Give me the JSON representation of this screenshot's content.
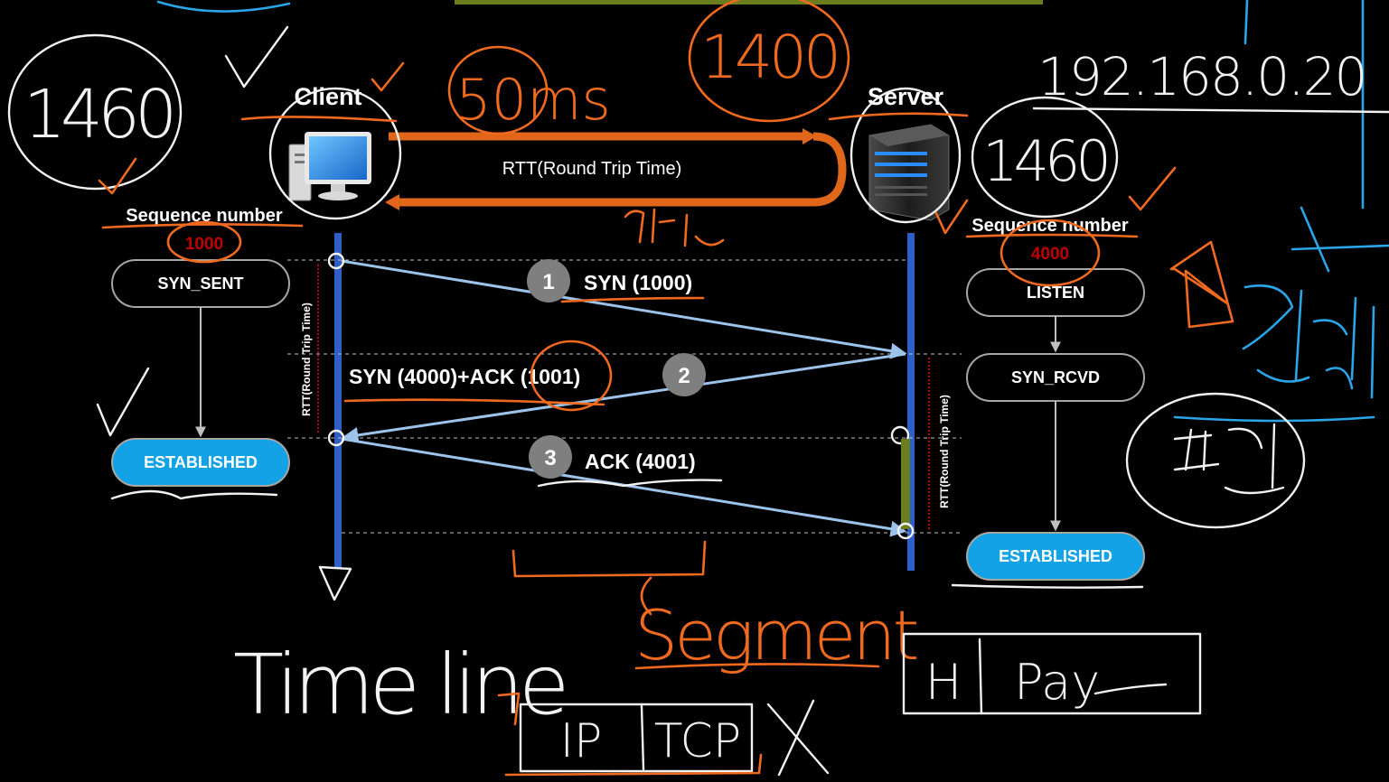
{
  "client": {
    "title": "Client",
    "seq_label": "Sequence number",
    "seq_value": "1000"
  },
  "server": {
    "title": "Server",
    "seq_label": "Sequence number",
    "seq_value": "4000"
  },
  "rtt_label": "RTT(Round Trip Time)",
  "rtt_vertical": "RTT(Round Trip Time)",
  "client_states": [
    "SYN_SENT",
    "ESTABLISHED"
  ],
  "server_states": [
    "LISTEN",
    "SYN_RCVD",
    "ESTABLISHED"
  ],
  "steps": [
    {
      "num": "1",
      "label": "SYN (1000)"
    },
    {
      "num": "2",
      "label": "SYN (4000)+ACK (1001)"
    },
    {
      "num": "3",
      "label": "ACK (4001)"
    }
  ],
  "annotations": {
    "mss_left": "1460",
    "mss_top": "1400",
    "mss_right": "1460",
    "latency": "50ms",
    "ip_addr": "192.168.0.20",
    "timeline": "Time line",
    "segment": "Segment",
    "ip_box": "IP",
    "tcp_box": "TCP",
    "hdr_box": "H",
    "payload_box": "Pay"
  },
  "colors": {
    "background": "#000000",
    "timeline_blue": "#2f5fc6",
    "arrow_blue": "#9cc3ea",
    "rtt_orange": "#e0661a",
    "established_fill": "#14a2e6",
    "step_circle": "#7f7f7f",
    "seq_red": "#c00000",
    "hand_orange": "#ef6a1f",
    "hand_white": "#f2f2f2",
    "hand_blue": "#2aa5e8"
  }
}
